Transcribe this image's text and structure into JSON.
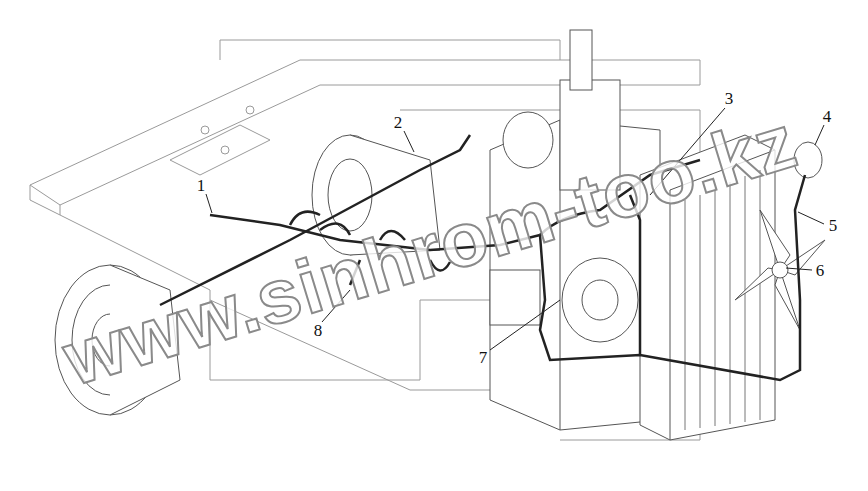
{
  "diagram": {
    "labels": [
      "1",
      "2",
      "3",
      "4",
      "5",
      "6",
      "7",
      "8",
      "www.sinhrom-too.kz"
    ]
  }
}
